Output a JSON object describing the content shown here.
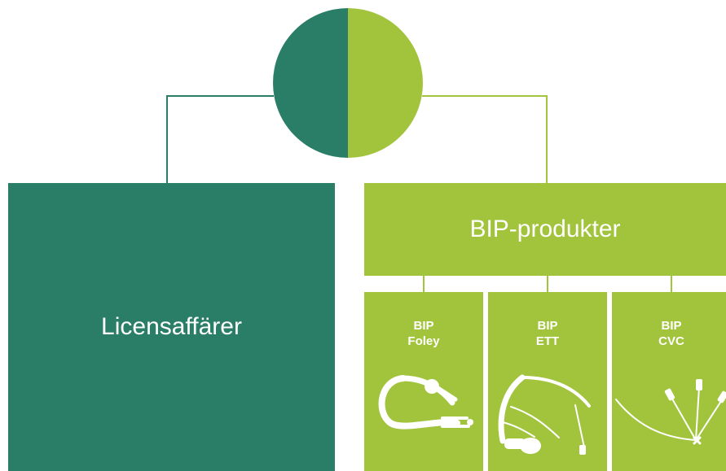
{
  "diagram": {
    "left_label": "Licensaffärer",
    "right_label": "BIP-produkter",
    "products": [
      {
        "line1": "BIP",
        "line2": "Foley",
        "icon": "foley-catheter-icon"
      },
      {
        "line1": "BIP",
        "line2": "ETT",
        "icon": "endotracheal-tube-icon"
      },
      {
        "line1": "BIP",
        "line2": "CVC",
        "icon": "central-venous-catheter-icon"
      }
    ],
    "colors": {
      "dark_green": "#2a7d67",
      "light_green": "#a2c43d",
      "white": "#ffffff"
    }
  }
}
